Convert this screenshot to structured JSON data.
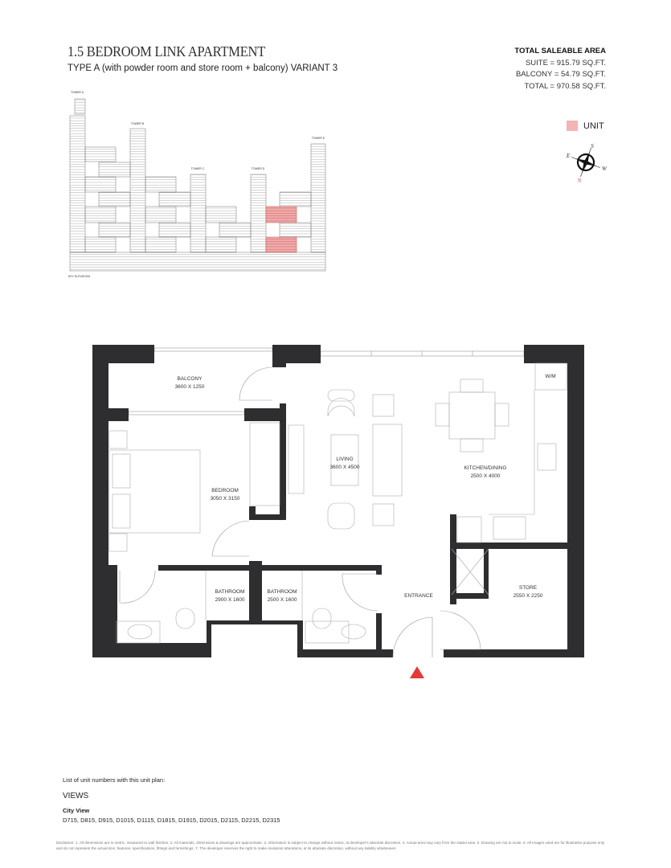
{
  "header": {
    "title": "1.5 BEDROOM LINK APARTMENT",
    "subtitle": "TYPE A (with powder room and store  room + balcony) VARIANT 3"
  },
  "area": {
    "heading": "TOTAL SALEABLE AREA",
    "suite": "SUITE = 915.79 SQ.FT.",
    "balcony": "BALCONY = 54.79 SQ.FT.",
    "total": "TOTAL = 970.58 SQ.FT."
  },
  "legend": {
    "unit_label": "UNIT",
    "unit_color": "#f2b4b4"
  },
  "compass": {
    "n": "N",
    "s": "S",
    "e": "E",
    "w": "W",
    "n_color": "#d9534f"
  },
  "key_elevation": {
    "label": "KEY ELEVATION",
    "towers": [
      "TOWER A",
      "TOWER B",
      "TOWER C",
      "TOWER D",
      "TOWER E"
    ],
    "highlight_color": "#f0a8a8"
  },
  "floorplan": {
    "wall_color": "#2e2e30",
    "entrance_marker_color": "#e53935",
    "rooms": [
      {
        "name": "BALCONY",
        "dims": "3600 X 1250"
      },
      {
        "name": "LIVING",
        "dims": "3600 X 4500"
      },
      {
        "name": "KITCHEN/DINING",
        "dims": "2500 X 4000"
      },
      {
        "name": "BEDROOM",
        "dims": "3050 X 3150"
      },
      {
        "name": "BATHROOM",
        "dims": "2900 X 1600"
      },
      {
        "name": "BATHROOM",
        "dims": "2500 X 1600"
      },
      {
        "name": "STORE",
        "dims": "2550 X 2250"
      }
    ],
    "entrance": "ENTRANCE",
    "wm": "W/M"
  },
  "units": {
    "heading": "List of unit numbers with this unit plan:",
    "views_heading": "VIEWS",
    "view_name": "City View",
    "list": "D715, D815, D915, D1015, D1115, D1815, D1915, D2015, D2115, D2215, D2315"
  },
  "disclaimer": "Disclaimer: 1. All dimensions are in metric, measured to wall finishes. 2. All materials, dimensions & drawings are approximate. 3. Information is subject to change without notice, at developer's absolute discretion. 4. Actual area may vary from the stated area. 5. Drawing are not to scale. 6. All images used are for illustrative purpose only and do not represent the actual size, features, specifications, fittings and furnishings. 7. The developer reserves the right to make revisions/ alterations, at its absolute discretion, without any liability whatsoever."
}
